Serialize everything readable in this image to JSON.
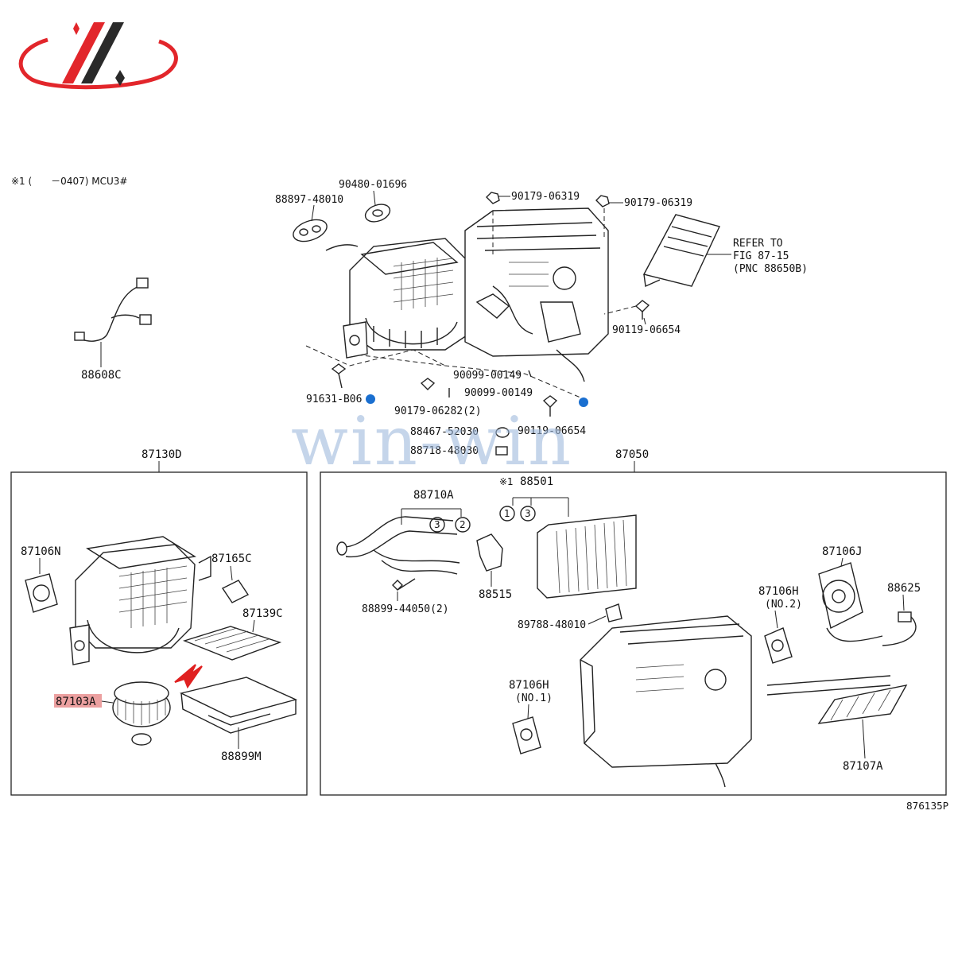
{
  "watermark": "win-win",
  "header_note": "※1 (　　－0407) MCU3#",
  "colors": {
    "logo_red": "#e2262b",
    "logo_dark": "#2a2a2a",
    "highlight": "#e06060",
    "arrow": "#e02020",
    "watermark": "#9fb9dc",
    "dot": "#1a6fd0"
  },
  "top_parts": {
    "p88897": "88897-48010",
    "p90480": "90480-01696",
    "p90179a": "90179-06319",
    "p90179b": "90179-06319",
    "refer1": "REFER TO",
    "refer2": "FIG 87-15",
    "refer3": "(PNC 88650B)",
    "p90119a": "90119-06654",
    "p88608": "88608C",
    "p90099a": "90099-00149",
    "p90099b": "90099-00149",
    "p91631": "91631-B06",
    "p90179c": "90179-06282(2)",
    "p88467": "88467-52030",
    "p90119b": "90119-06654",
    "p88718": "88718-48030"
  },
  "left_box": {
    "title": "87130D",
    "p87106N": "87106N",
    "p87165C": "87165C",
    "p87139C": "87139C",
    "p87103A": "87103A",
    "p88899M": "88899M"
  },
  "right_box": {
    "title": "87050",
    "note_mark": "※1",
    "p88501": "88501",
    "p88710A": "88710A",
    "c1": "1",
    "c2": "2",
    "c3a": "3",
    "c3b": "3",
    "p88515": "88515",
    "p88899": "88899-44050(2)",
    "p89788": "89788-48010",
    "p87106J": "87106J",
    "p87106H2": "87106H",
    "no2": "(NO.2)",
    "p88625": "88625",
    "p87106H1": "87106H",
    "no1": "(NO.1)",
    "p87107A": "87107A"
  },
  "footer_code": "876135P"
}
